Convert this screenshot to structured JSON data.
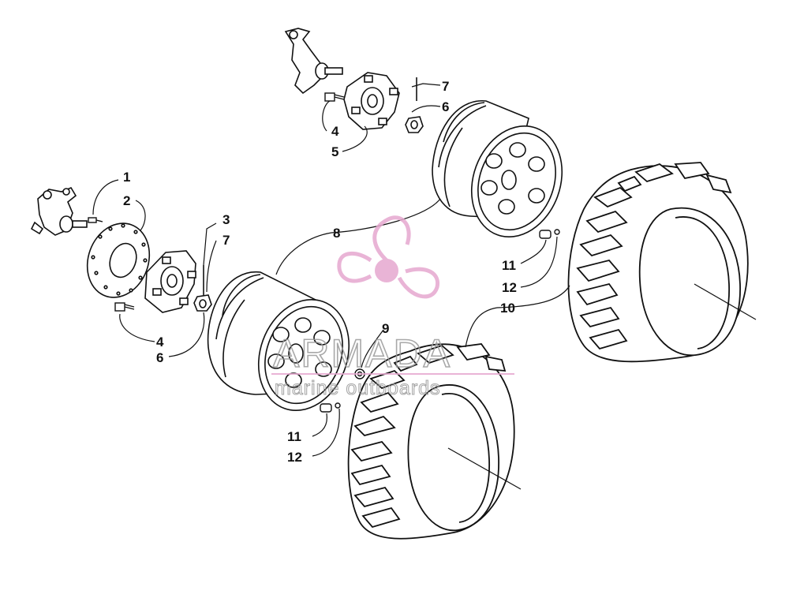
{
  "callouts": {
    "c1": "1",
    "c2": "2",
    "c3": "3",
    "c7a": "7",
    "c4a": "4",
    "c6a": "6",
    "c7b": "7",
    "c6b": "6",
    "c4b": "4",
    "c5": "5",
    "c8": "8",
    "c9": "9",
    "c10": "10",
    "c11a": "11",
    "c12a": "12",
    "c11b": "11",
    "c12b": "12"
  },
  "watermark": {
    "brand": "ARMADA",
    "tagline": "marine outboards",
    "brand_color": "#e6a8cf",
    "text_color": "#9a9a9a"
  }
}
